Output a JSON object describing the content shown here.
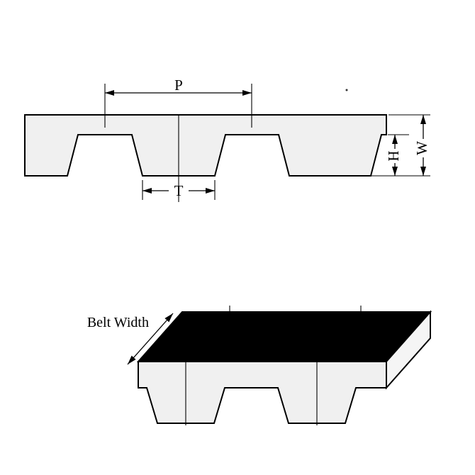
{
  "diagram": {
    "labels": {
      "pitch": "P",
      "tooth_width": "T",
      "tooth_height": "H",
      "overall_thickness": "W",
      "belt_width": "Belt Width"
    },
    "colors": {
      "line": "#000000",
      "belt_fill": "#f0f0f0",
      "top_surface_fill": "#000000",
      "end_face_fill": "#f5f5f5",
      "background": "#ffffff"
    }
  }
}
